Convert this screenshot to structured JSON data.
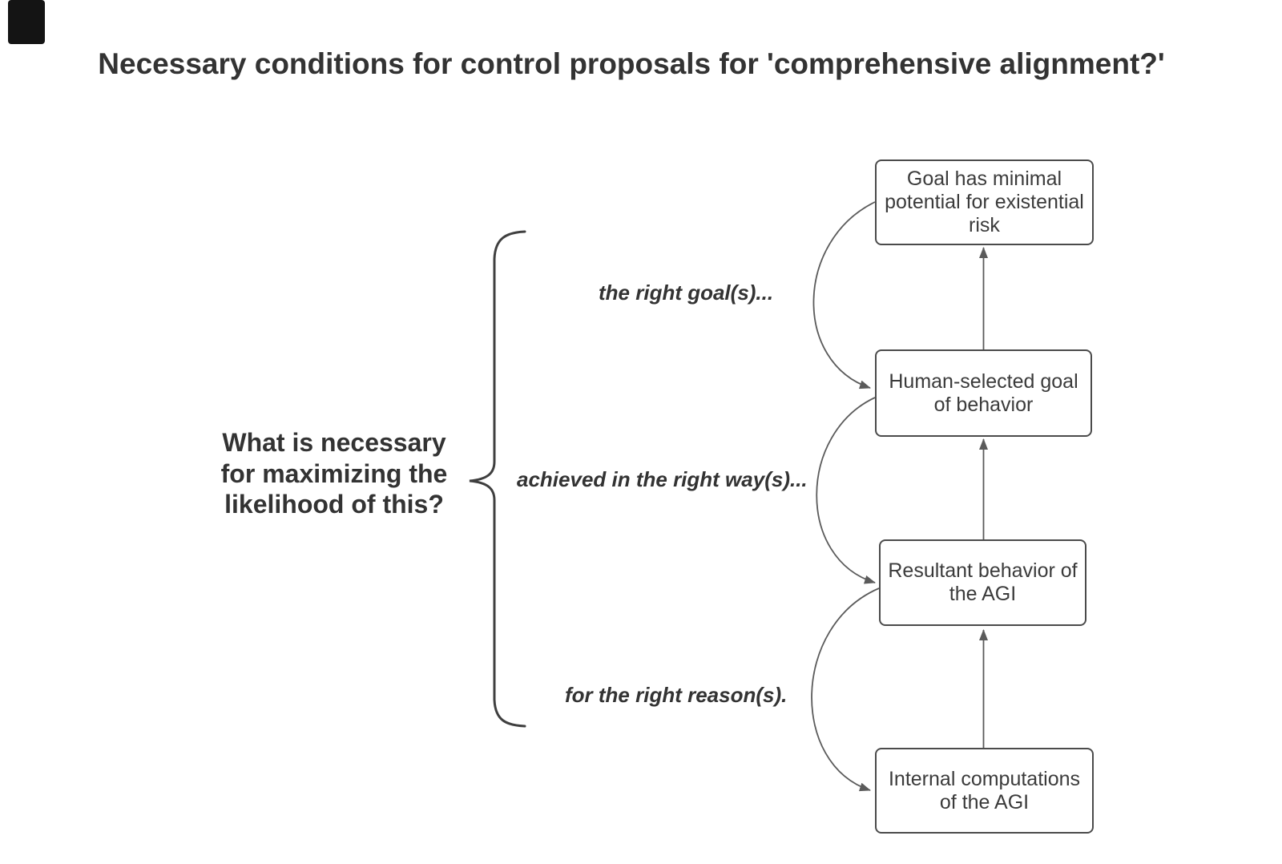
{
  "title": "Necessary conditions for control proposals for 'comprehensive alignment?'",
  "question": "What is necessary\nfor maximizing the\nlikelihood of this?",
  "labels": {
    "goal": "the right goal(s)...",
    "way": "achieved in the right way(s)...",
    "reason": "for the right reason(s)."
  },
  "nodes": {
    "risk": "Goal has minimal\npotential for existential\nrisk",
    "human_goal": "Human-selected goal\nof behavior",
    "behavior": "Resultant behavior of\nthe AGI",
    "internal": "Internal computations\nof the AGI"
  },
  "colors": {
    "background": "#ffffff",
    "heading_text": "#333333",
    "node_border": "#4b4b4b",
    "node_text": "#3b3b3b",
    "connector": "#5b5b5b",
    "brace": "#3f3f3f",
    "cursor_block": "#141414"
  }
}
